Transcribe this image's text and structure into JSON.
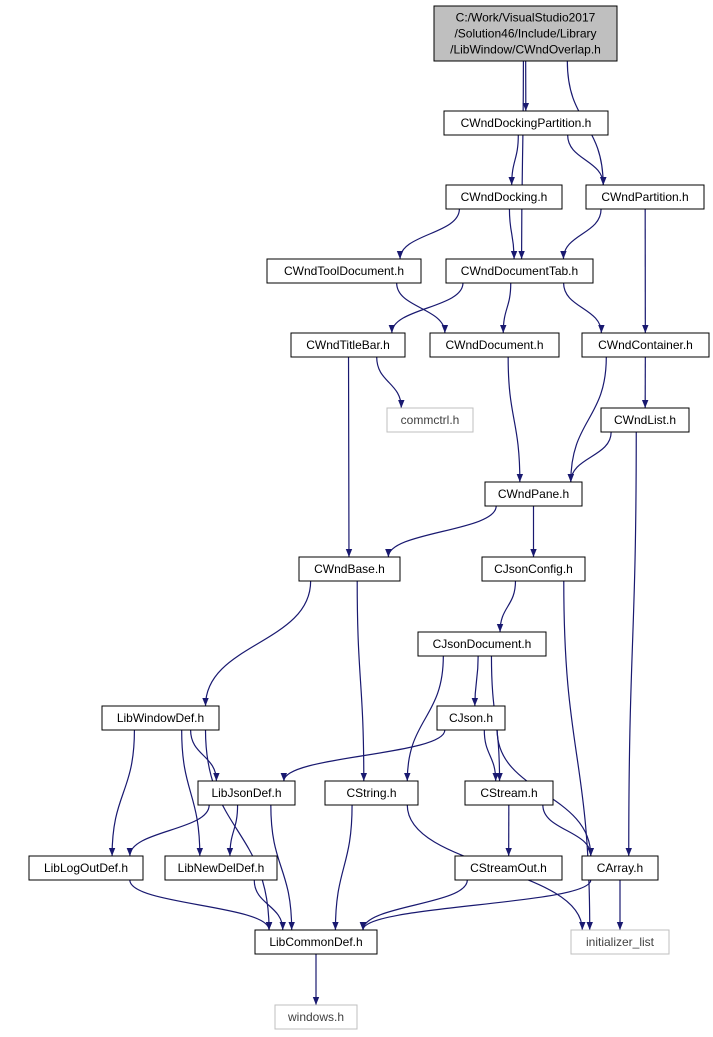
{
  "colors": {
    "edge": "#191970",
    "node_border": "#000000",
    "root_fill": "#bfbfbf",
    "external_border": "#bfbfbf",
    "external_text": "#404040",
    "node_fill": "#ffffff",
    "text": "#000000"
  },
  "nodes": [
    {
      "id": "root",
      "lines": [
        "C:/Work/VisualStudio2017",
        "/Solution46/Include/Library",
        "/LibWindow/CWndOverlap.h"
      ],
      "kind": "root"
    },
    {
      "id": "docking-partition",
      "lines": [
        "CWndDockingPartition.h"
      ],
      "kind": "normal"
    },
    {
      "id": "docking",
      "lines": [
        "CWndDocking.h"
      ],
      "kind": "normal"
    },
    {
      "id": "partition",
      "lines": [
        "CWndPartition.h"
      ],
      "kind": "normal"
    },
    {
      "id": "tool-document",
      "lines": [
        "CWndToolDocument.h"
      ],
      "kind": "normal"
    },
    {
      "id": "document-tab",
      "lines": [
        "CWndDocumentTab.h"
      ],
      "kind": "normal"
    },
    {
      "id": "title-bar",
      "lines": [
        "CWndTitleBar.h"
      ],
      "kind": "normal"
    },
    {
      "id": "document",
      "lines": [
        "CWndDocument.h"
      ],
      "kind": "normal"
    },
    {
      "id": "container",
      "lines": [
        "CWndContainer.h"
      ],
      "kind": "normal"
    },
    {
      "id": "commctrl",
      "lines": [
        "commctrl.h"
      ],
      "kind": "external"
    },
    {
      "id": "list",
      "lines": [
        "CWndList.h"
      ],
      "kind": "normal"
    },
    {
      "id": "pane",
      "lines": [
        "CWndPane.h"
      ],
      "kind": "normal"
    },
    {
      "id": "base",
      "lines": [
        "CWndBase.h"
      ],
      "kind": "normal"
    },
    {
      "id": "json-config",
      "lines": [
        "CJsonConfig.h"
      ],
      "kind": "normal"
    },
    {
      "id": "json-document",
      "lines": [
        "CJsonDocument.h"
      ],
      "kind": "normal"
    },
    {
      "id": "window-def",
      "lines": [
        "LibWindowDef.h"
      ],
      "kind": "normal"
    },
    {
      "id": "json",
      "lines": [
        "CJson.h"
      ],
      "kind": "normal"
    },
    {
      "id": "json-def",
      "lines": [
        "LibJsonDef.h"
      ],
      "kind": "normal"
    },
    {
      "id": "string",
      "lines": [
        "CString.h"
      ],
      "kind": "normal"
    },
    {
      "id": "stream",
      "lines": [
        "CStream.h"
      ],
      "kind": "normal"
    },
    {
      "id": "log-out-def",
      "lines": [
        "LibLogOutDef.h"
      ],
      "kind": "normal"
    },
    {
      "id": "new-del-def",
      "lines": [
        "LibNewDelDef.h"
      ],
      "kind": "normal"
    },
    {
      "id": "stream-out",
      "lines": [
        "CStreamOut.h"
      ],
      "kind": "normal"
    },
    {
      "id": "array",
      "lines": [
        "CArray.h"
      ],
      "kind": "normal"
    },
    {
      "id": "common-def",
      "lines": [
        "LibCommonDef.h"
      ],
      "kind": "normal"
    },
    {
      "id": "initializer-list",
      "lines": [
        "initializer_list"
      ],
      "kind": "external"
    },
    {
      "id": "windows",
      "lines": [
        "windows.h"
      ],
      "kind": "external"
    }
  ],
  "edges": [
    [
      "root",
      "docking-partition"
    ],
    [
      "root",
      "partition"
    ],
    [
      "root",
      "document-tab"
    ],
    [
      "docking-partition",
      "docking"
    ],
    [
      "docking-partition",
      "partition"
    ],
    [
      "docking",
      "tool-document"
    ],
    [
      "docking",
      "document-tab"
    ],
    [
      "partition",
      "document-tab"
    ],
    [
      "partition",
      "container"
    ],
    [
      "tool-document",
      "document"
    ],
    [
      "document-tab",
      "title-bar"
    ],
    [
      "document-tab",
      "document"
    ],
    [
      "document-tab",
      "container"
    ],
    [
      "title-bar",
      "commctrl"
    ],
    [
      "title-bar",
      "base"
    ],
    [
      "document",
      "pane"
    ],
    [
      "container",
      "pane"
    ],
    [
      "container",
      "list"
    ],
    [
      "list",
      "pane"
    ],
    [
      "list",
      "array"
    ],
    [
      "pane",
      "base"
    ],
    [
      "pane",
      "json-config"
    ],
    [
      "base",
      "window-def"
    ],
    [
      "base",
      "string"
    ],
    [
      "json-config",
      "json-document"
    ],
    [
      "json-config",
      "initializer-list"
    ],
    [
      "json-document",
      "json"
    ],
    [
      "json-document",
      "string"
    ],
    [
      "json-document",
      "stream"
    ],
    [
      "window-def",
      "json-def"
    ],
    [
      "window-def",
      "log-out-def"
    ],
    [
      "window-def",
      "new-del-def"
    ],
    [
      "window-def",
      "common-def"
    ],
    [
      "json",
      "json-def"
    ],
    [
      "json",
      "stream"
    ],
    [
      "json",
      "array"
    ],
    [
      "json-def",
      "log-out-def"
    ],
    [
      "json-def",
      "new-del-def"
    ],
    [
      "json-def",
      "common-def"
    ],
    [
      "string",
      "common-def"
    ],
    [
      "string",
      "initializer-list"
    ],
    [
      "stream",
      "stream-out"
    ],
    [
      "stream",
      "array"
    ],
    [
      "log-out-def",
      "common-def"
    ],
    [
      "new-del-def",
      "common-def"
    ],
    [
      "stream-out",
      "common-def"
    ],
    [
      "array",
      "common-def"
    ],
    [
      "array",
      "initializer-list"
    ],
    [
      "common-def",
      "windows"
    ]
  ]
}
